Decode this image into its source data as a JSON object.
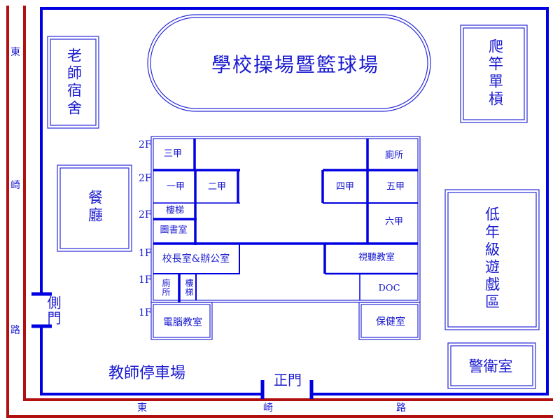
{
  "colors": {
    "wall": "#0000e0",
    "road": "#b01010",
    "text": "#1a1ad0"
  },
  "road_left": [
    "東",
    "崎",
    "路"
  ],
  "road_bottom": [
    "東",
    "崎",
    "路"
  ],
  "playground": "學校操場暨籃球場",
  "teacher_dorm": "老師宿舍",
  "climbing": "爬竿單槓",
  "dining": "餐廳",
  "junior_play": "低年級遊戲區",
  "guard": "警衛室",
  "side_gate": "側門",
  "main_gate": "正門",
  "parking": "教師停車場",
  "floors": [
    "2F",
    "2F",
    "2F",
    "1F",
    "1F",
    "1F"
  ],
  "rooms": {
    "grade3": "三甲",
    "toilet2f": "廁所",
    "grade1": "一甲",
    "grade2": "二甲",
    "grade4": "四甲",
    "grade5": "五甲",
    "stairs2f": "樓梯",
    "library": "圖書室",
    "grade6": "六甲",
    "principal": "校長室&辦公室",
    "av_room": "視聽教室",
    "toilet1f": "廁所",
    "stairs1f": "樓梯",
    "doc": "DOC",
    "computer": "電腦教室",
    "health": "保健室"
  }
}
